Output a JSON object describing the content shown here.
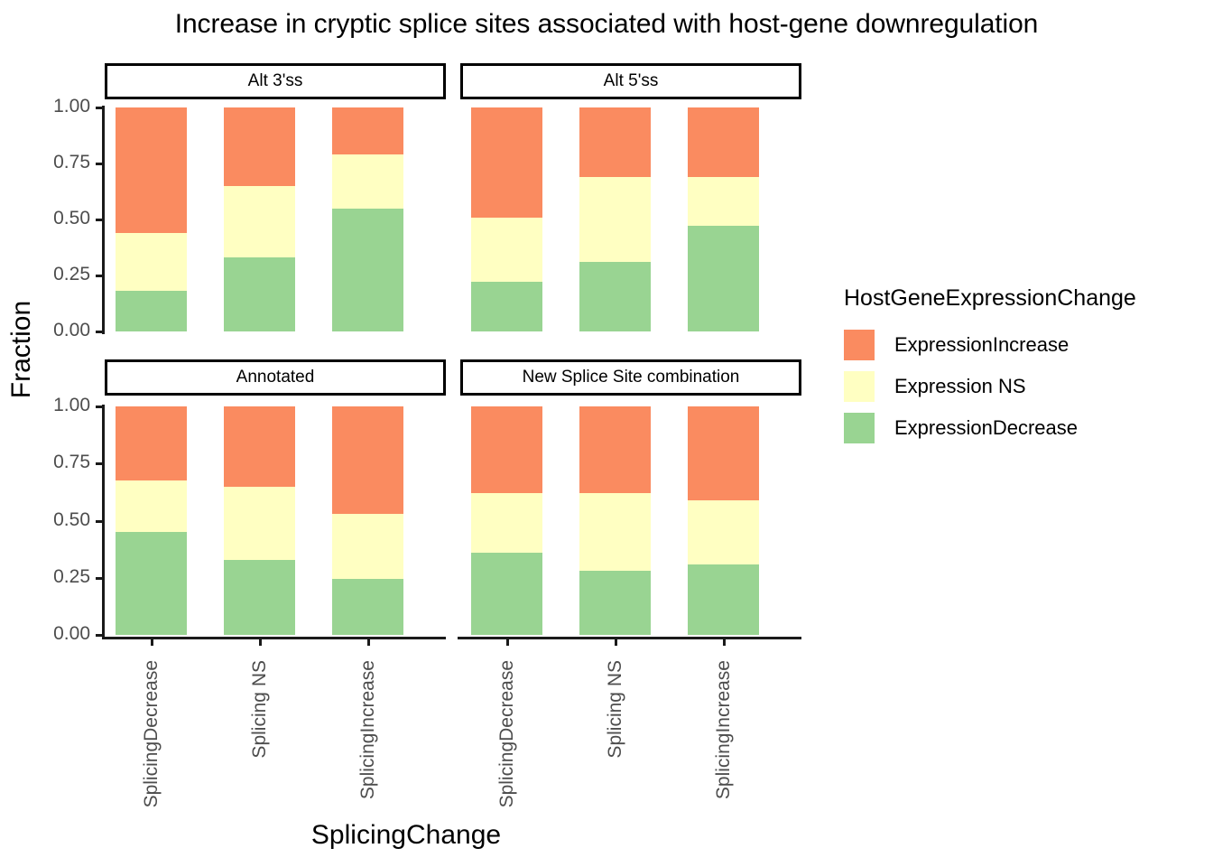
{
  "title": "Increase in cryptic splice sites associated with host-gene downregulation",
  "axes": {
    "ylabel": "Fraction",
    "xlabel": "SplicingChange",
    "yticks": [
      "0.00",
      "0.25",
      "0.50",
      "0.75",
      "1.00"
    ],
    "ytick_values": [
      0.0,
      0.25,
      0.5,
      0.75,
      1.0
    ],
    "ylim": [
      0,
      1
    ]
  },
  "legend": {
    "title": "HostGeneExpressionChange",
    "items": [
      {
        "label": "ExpressionIncrease",
        "color": "#FA8B60"
      },
      {
        "label": "Expression NS",
        "color": "#FFFFC2"
      },
      {
        "label": "ExpressionDecrease",
        "color": "#99D492"
      }
    ]
  },
  "chart_data": {
    "type": "bar",
    "stacked": true,
    "position": "fill",
    "title": "Increase in cryptic splice sites associated with host-gene downregulation",
    "xlabel": "SplicingChange",
    "ylabel": "Fraction",
    "ylim": [
      0,
      1
    ],
    "grid": false,
    "legend_position": "right",
    "legend_title": "HostGeneExpressionChange",
    "categories": [
      "SplicingDecrease",
      "Splicing NS",
      "SplicingIncrease"
    ],
    "series_order_bottom_to_top": [
      "ExpressionDecrease",
      "Expression NS",
      "ExpressionIncrease"
    ],
    "colors": {
      "ExpressionIncrease": "#FA8B60",
      "Expression NS": "#FFFFC2",
      "ExpressionDecrease": "#99D492"
    },
    "facets": [
      {
        "name": "Alt 3'ss",
        "row": 0,
        "col": 0,
        "series": [
          {
            "name": "ExpressionDecrease",
            "values": [
              0.18,
              0.33,
              0.55
            ]
          },
          {
            "name": "Expression NS",
            "values": [
              0.26,
              0.32,
              0.24
            ]
          },
          {
            "name": "ExpressionIncrease",
            "values": [
              0.56,
              0.35,
              0.21
            ]
          }
        ],
        "cumulative_tops": [
          {
            "category": "SplicingDecrease",
            "green_top": 0.18,
            "yellow_top": 0.44
          },
          {
            "category": "Splicing NS",
            "green_top": 0.33,
            "yellow_top": 0.65
          },
          {
            "category": "SplicingIncrease",
            "green_top": 0.55,
            "yellow_top": 0.79
          }
        ]
      },
      {
        "name": "Alt 5'ss",
        "row": 0,
        "col": 1,
        "series": [
          {
            "name": "ExpressionDecrease",
            "values": [
              0.22,
              0.31,
              0.47
            ]
          },
          {
            "name": "Expression NS",
            "values": [
              0.29,
              0.38,
              0.22
            ]
          },
          {
            "name": "ExpressionIncrease",
            "values": [
              0.49,
              0.31,
              0.31
            ]
          }
        ],
        "cumulative_tops": [
          {
            "category": "SplicingDecrease",
            "green_top": 0.22,
            "yellow_top": 0.51
          },
          {
            "category": "Splicing NS",
            "green_top": 0.31,
            "yellow_top": 0.69
          },
          {
            "category": "SplicingIncrease",
            "green_top": 0.47,
            "yellow_top": 0.69
          }
        ]
      },
      {
        "name": "Annotated",
        "row": 1,
        "col": 0,
        "series": [
          {
            "name": "ExpressionDecrease",
            "values": [
              0.45,
              0.33,
              0.245
            ]
          },
          {
            "name": "Expression NS",
            "values": [
              0.225,
              0.32,
              0.285
            ]
          },
          {
            "name": "ExpressionIncrease",
            "values": [
              0.325,
              0.35,
              0.47
            ]
          }
        ],
        "cumulative_tops": [
          {
            "category": "SplicingDecrease",
            "green_top": 0.45,
            "yellow_top": 0.675
          },
          {
            "category": "Splicing NS",
            "green_top": 0.33,
            "yellow_top": 0.65
          },
          {
            "category": "SplicingIncrease",
            "green_top": 0.245,
            "yellow_top": 0.53
          }
        ]
      },
      {
        "name": "New Splice Site combination",
        "row": 1,
        "col": 1,
        "series": [
          {
            "name": "ExpressionDecrease",
            "values": [
              0.36,
              0.28,
              0.31
            ]
          },
          {
            "name": "Expression NS",
            "values": [
              0.26,
              0.34,
              0.28
            ]
          },
          {
            "name": "ExpressionIncrease",
            "values": [
              0.38,
              0.38,
              0.41
            ]
          }
        ],
        "cumulative_tops": [
          {
            "category": "SplicingDecrease",
            "green_top": 0.36,
            "yellow_top": 0.62
          },
          {
            "category": "Splicing NS",
            "green_top": 0.28,
            "yellow_top": 0.62
          },
          {
            "category": "SplicingIncrease",
            "green_top": 0.31,
            "yellow_top": 0.59
          }
        ]
      }
    ]
  }
}
